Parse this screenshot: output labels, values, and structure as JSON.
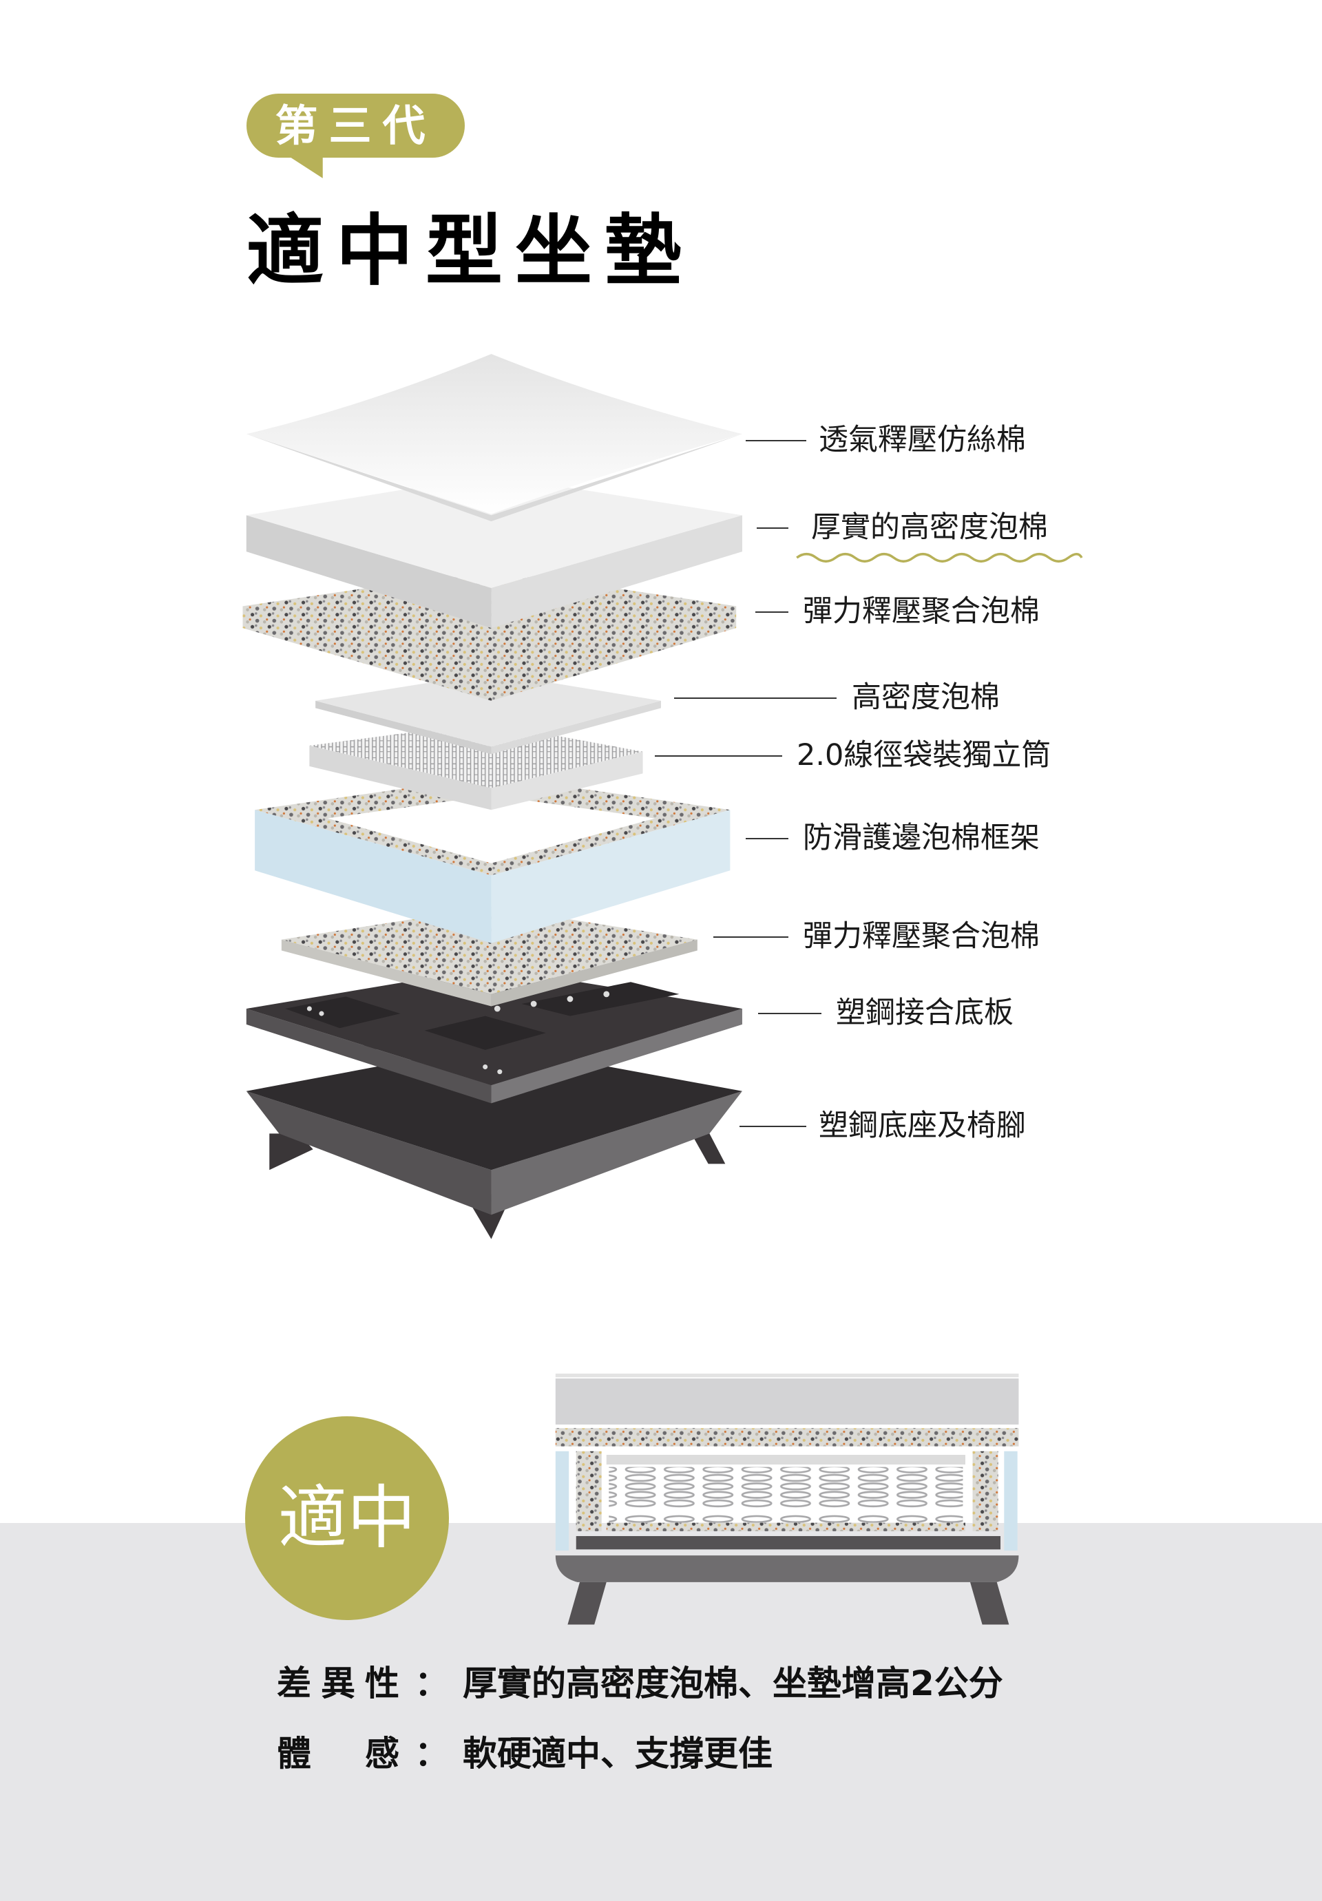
{
  "header": {
    "generation_badge": "第三代",
    "title": "適中型坐墊"
  },
  "layers": [
    {
      "label": "透氣釋壓仿絲棉"
    },
    {
      "label": "厚實的高密度泡棉",
      "highlighted": true
    },
    {
      "label": "彈力釋壓聚合泡棉"
    },
    {
      "label": "高密度泡棉"
    },
    {
      "label": "2.0線徑袋裝獨立筒"
    },
    {
      "label": "防滑護邊泡棉框架"
    },
    {
      "label": "彈力釋壓聚合泡棉"
    },
    {
      "label": "塑鋼接合底板"
    },
    {
      "label": "塑鋼底座及椅腳"
    }
  ],
  "firmness_badge": "適中",
  "details": [
    {
      "key": "差異性",
      "colon": "：",
      "value": "厚實的高密度泡棉、坐墊增高2公分"
    },
    {
      "key": "體　感",
      "colon": "：",
      "value": "軟硬適中、支撐更佳"
    }
  ],
  "colors": {
    "accent_olive": "#b7b158",
    "band_gray": "#e6e6e8",
    "frame_blue": "#cfe3ee",
    "plastic_dark": "#3a3638"
  }
}
